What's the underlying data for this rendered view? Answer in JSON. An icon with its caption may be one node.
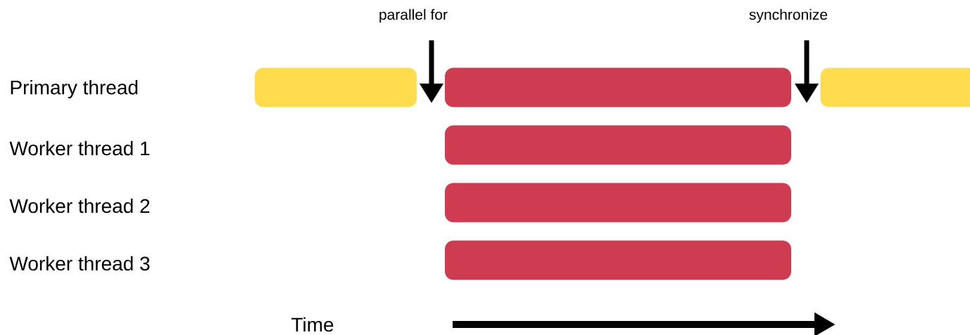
{
  "diagram": {
    "nodes": [
      {
        "text": [],
        "shape": "bar"
      },
      {
        "text": [],
        "shape": "bar"
      },
      {
        "text": [],
        "shape": "bar"
      },
      {
        "text": [],
        "shape": "bar"
      },
      {
        "text": [],
        "shape": "bar"
      },
      {
        "text": [],
        "shape": "bar"
      },
      {
        "text": [
          "parallel for"
        ]
      },
      {
        "text": [
          "synchronize"
        ]
      }
    ],
    "edges": [
      {
        "from": 6,
        "to": 1,
        "arrow": "to"
      },
      {
        "from": 7,
        "to": 2,
        "arrow": "to"
      }
    ],
    "labels": [
      "Primary thread",
      "Worker thread 1",
      "Worker thread 2",
      "Worker thread 3",
      "Time"
    ]
  }
}
